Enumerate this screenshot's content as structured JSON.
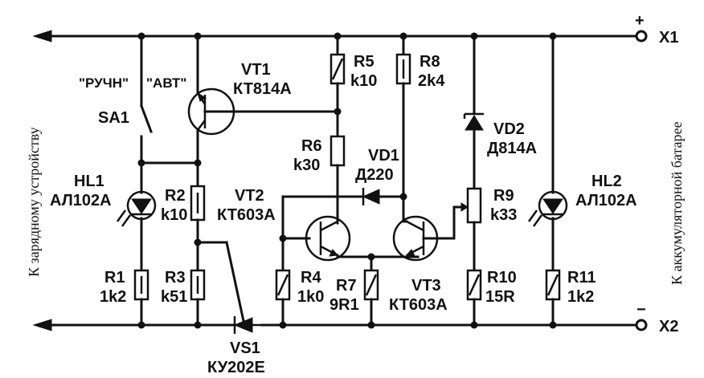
{
  "terminals": {
    "plus_sign": "+",
    "minus_sign": "−",
    "x1": "X1",
    "x2": "X2"
  },
  "side_labels": {
    "left": "К зарядному устройству",
    "right": "К аккумуляторной батарее"
  },
  "switch": {
    "name": "SA1",
    "manual": "\"РУЧН\"",
    "auto": "\"АВТ\""
  },
  "components": {
    "vt1": {
      "name": "VT1",
      "type": "КТ814А"
    },
    "vt2": {
      "name": "VT2",
      "type": "КТ603А"
    },
    "vt3": {
      "name": "VT3",
      "type": "КТ603А"
    },
    "r1": {
      "name": "R1",
      "value": "1k2"
    },
    "r2": {
      "name": "R2",
      "value": "k10"
    },
    "r3": {
      "name": "R3",
      "value": "k51"
    },
    "r4": {
      "name": "R4",
      "value": "1k0"
    },
    "r5": {
      "name": "R5",
      "value": "k10"
    },
    "r6": {
      "name": "R6",
      "value": "k30"
    },
    "r7": {
      "name": "R7",
      "value": "9R1"
    },
    "r8": {
      "name": "R8",
      "value": "2k4"
    },
    "r9": {
      "name": "R9",
      "value": "k33"
    },
    "r10": {
      "name": "R10",
      "value": "15R"
    },
    "r11": {
      "name": "R11",
      "value": "1k2"
    },
    "hl1": {
      "name": "HL1",
      "type": "АЛ102А"
    },
    "hl2": {
      "name": "HL2",
      "type": "АЛ102А"
    },
    "vd1": {
      "name": "VD1",
      "type": "Д220"
    },
    "vd2": {
      "name": "VD2",
      "type": "Д814А"
    },
    "vs1": {
      "name": "VS1",
      "type": "КУ202Е"
    }
  }
}
